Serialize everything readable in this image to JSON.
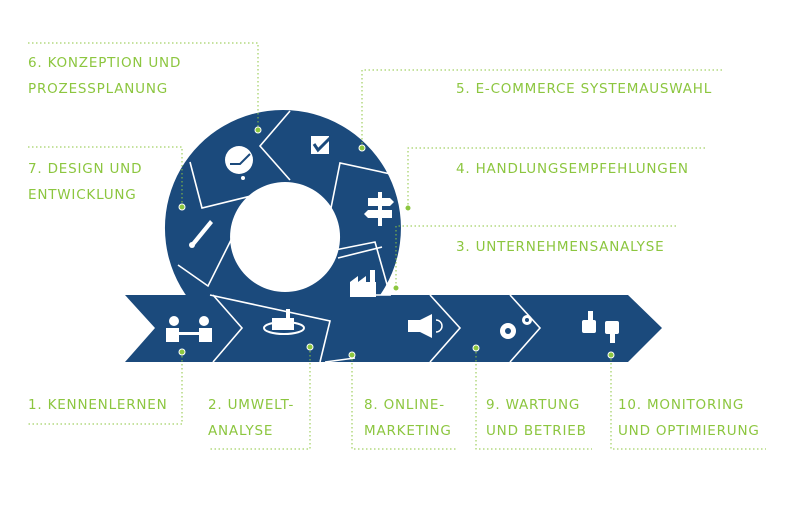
{
  "colors": {
    "primary": "#1b4a7c",
    "accent": "#8cc63f"
  },
  "steps": [
    {
      "n": "1",
      "line1": "1. KENNENLERNEN",
      "line2": "",
      "icon": "handshake-icon"
    },
    {
      "n": "2",
      "line1": "2. UMWELT-",
      "line2": "ANALYSE",
      "icon": "factory-cycle-icon"
    },
    {
      "n": "3",
      "line1": "3. UNTERNEHMENSANALYSE",
      "line2": "",
      "icon": "factory-icon"
    },
    {
      "n": "4",
      "line1": "4. HANDLUNGSEMPFEHLUNGEN",
      "line2": "",
      "icon": "signpost-icon"
    },
    {
      "n": "5",
      "line1": "5. E-COMMERCE SYSTEMAUSWAHL",
      "line2": "",
      "icon": "checkbox-icon"
    },
    {
      "n": "6",
      "line1": "6. KONZEPTION UND",
      "line2": "PROZESSPLANUNG",
      "icon": "palette-icon"
    },
    {
      "n": "7",
      "line1": "7. DESIGN UND",
      "line2": "ENTWICKLUNG",
      "icon": "brush-icon"
    },
    {
      "n": "8",
      "line1": "8. ONLINE-",
      "line2": "MARKETING",
      "icon": "megaphone-icon"
    },
    {
      "n": "9",
      "line1": "9. WARTUNG",
      "line2": "UND BETRIEB",
      "icon": "gears-icon"
    },
    {
      "n": "10",
      "line1": "10. MONITORING",
      "line2": "UND OPTIMIERUNG",
      "icon": "thumbs-icon"
    }
  ]
}
